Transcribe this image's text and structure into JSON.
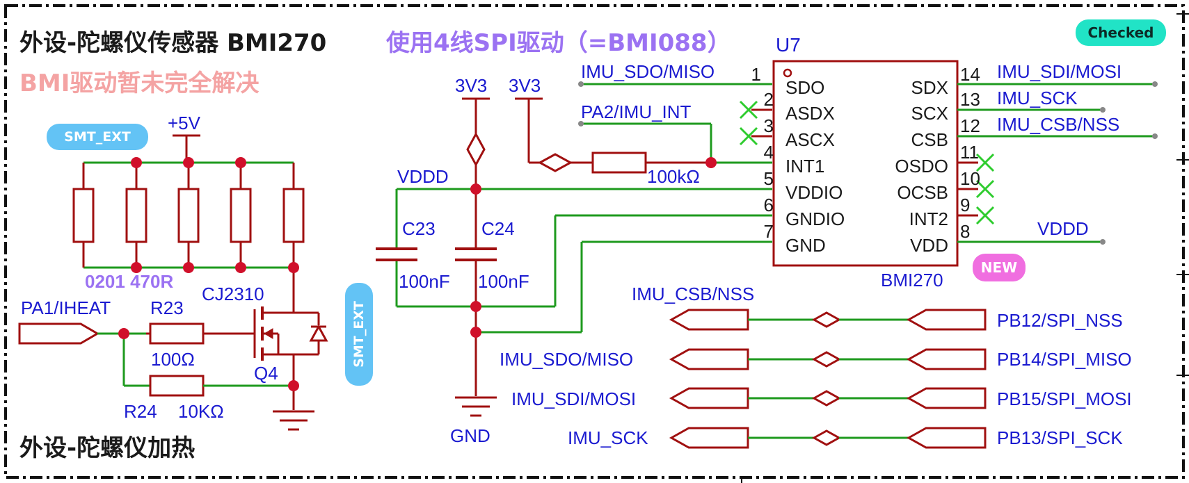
{
  "titles": {
    "main": "外设-陀螺仪传感器 BMI270",
    "sub": "使用4线SPI驱动（=BMI088）",
    "warning": "BMI驱动暂未完全解决",
    "heater": "外设-陀螺仪加热"
  },
  "badges": {
    "checked": "Checked",
    "smt_ext_1": "SMT_EXT",
    "smt_ext_2": "SMT_EXT",
    "new": "NEW"
  },
  "heater": {
    "power": "+5V",
    "resistor_array_label": "0201 470R",
    "mosfet_part": "CJ2310",
    "mosfet_ref": "Q4",
    "input_net": "PA1/IHEAT",
    "r23_ref": "R23",
    "r23_value": "100Ω",
    "r24_ref": "R24",
    "r24_value": "10KΩ"
  },
  "imu": {
    "ref": "U7",
    "part": "BMI270",
    "power_a": "3V3",
    "power_b": "3V3",
    "vddd_left": "VDDD",
    "vddd_right": "VDDD",
    "c23_ref": "C23",
    "c23_value": "100nF",
    "c24_ref": "C24",
    "c24_value": "100nF",
    "gnd": "GND",
    "pullup_value": "100kΩ",
    "int_net": "PA2/IMU_INT",
    "left_pins": [
      {
        "num": "1",
        "name": "SDO"
      },
      {
        "num": "2",
        "name": "ASDX"
      },
      {
        "num": "3",
        "name": "ASCX"
      },
      {
        "num": "4",
        "name": "INT1"
      },
      {
        "num": "5",
        "name": "VDDIO"
      },
      {
        "num": "6",
        "name": "GNDIO"
      },
      {
        "num": "7",
        "name": "GND"
      }
    ],
    "right_pins": [
      {
        "num": "14",
        "name": "SDX"
      },
      {
        "num": "13",
        "name": "SCX"
      },
      {
        "num": "12",
        "name": "CSB"
      },
      {
        "num": "11",
        "name": "OSDO"
      },
      {
        "num": "10",
        "name": "OCSB"
      },
      {
        "num": "9",
        "name": "INT2"
      },
      {
        "num": "8",
        "name": "VDD"
      }
    ],
    "net_sdo": "IMU_SDO/MISO",
    "net_sdi": "IMU_SDI/MOSI",
    "net_sck": "IMU_SCK",
    "net_csb": "IMU_CSB/NSS"
  },
  "spi_map": [
    {
      "imu": "IMU_CSB/NSS",
      "mcu": "PB12/SPI_NSS"
    },
    {
      "imu": "IMU_SDO/MISO",
      "mcu": "PB14/SPI_MISO"
    },
    {
      "imu": "IMU_SDI/MOSI",
      "mcu": "PB15/SPI_MOSI"
    },
    {
      "imu": "IMU_SCK",
      "mcu": "PB13/SPI_SCK"
    }
  ],
  "colors": {
    "wire": "#1e9a1e",
    "component": "#a01010",
    "net_label": "#1a1ad0",
    "junction": "#d0102a",
    "nc_mark": "#2ecc2e"
  }
}
